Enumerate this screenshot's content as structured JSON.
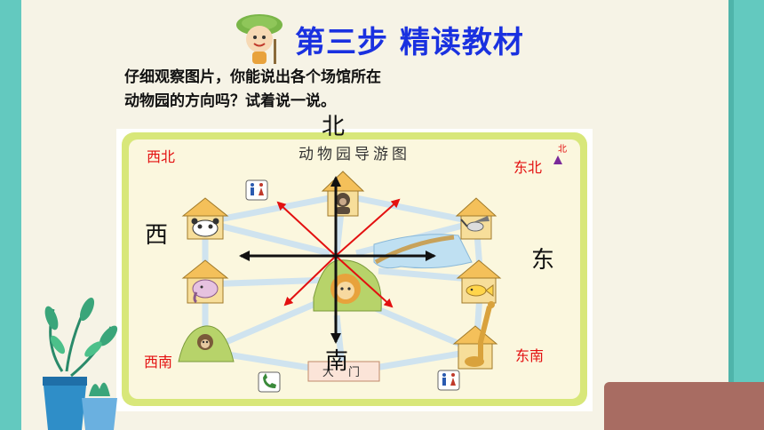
{
  "title": "第三步  精读教材",
  "question": {
    "line1": "仔细观察图片，你能说出各个场馆所在",
    "line2": "动物园的方向吗？试着说一说。"
  },
  "directions": {
    "north": "北",
    "south": "南",
    "east": "东",
    "west": "西",
    "northwest": "西北",
    "northeast": "东北",
    "southwest": "西南",
    "southeast": "东南"
  },
  "map": {
    "title": "动物园导游图",
    "compass_label": "北",
    "gate_label": "大  门"
  },
  "colors": {
    "title_blue": "#1a31e0",
    "arrow_red": "#e31010",
    "teal": "#63c9bf"
  },
  "icons": [
    "mascot-icon",
    "restroom-icon",
    "phone-icon",
    "panda-icon",
    "monkey-icon",
    "bird-icon",
    "elephant-icon",
    "fish-icon",
    "lion-icon",
    "gorilla-icon",
    "giraffe-icon",
    "potted-plant-icon"
  ]
}
